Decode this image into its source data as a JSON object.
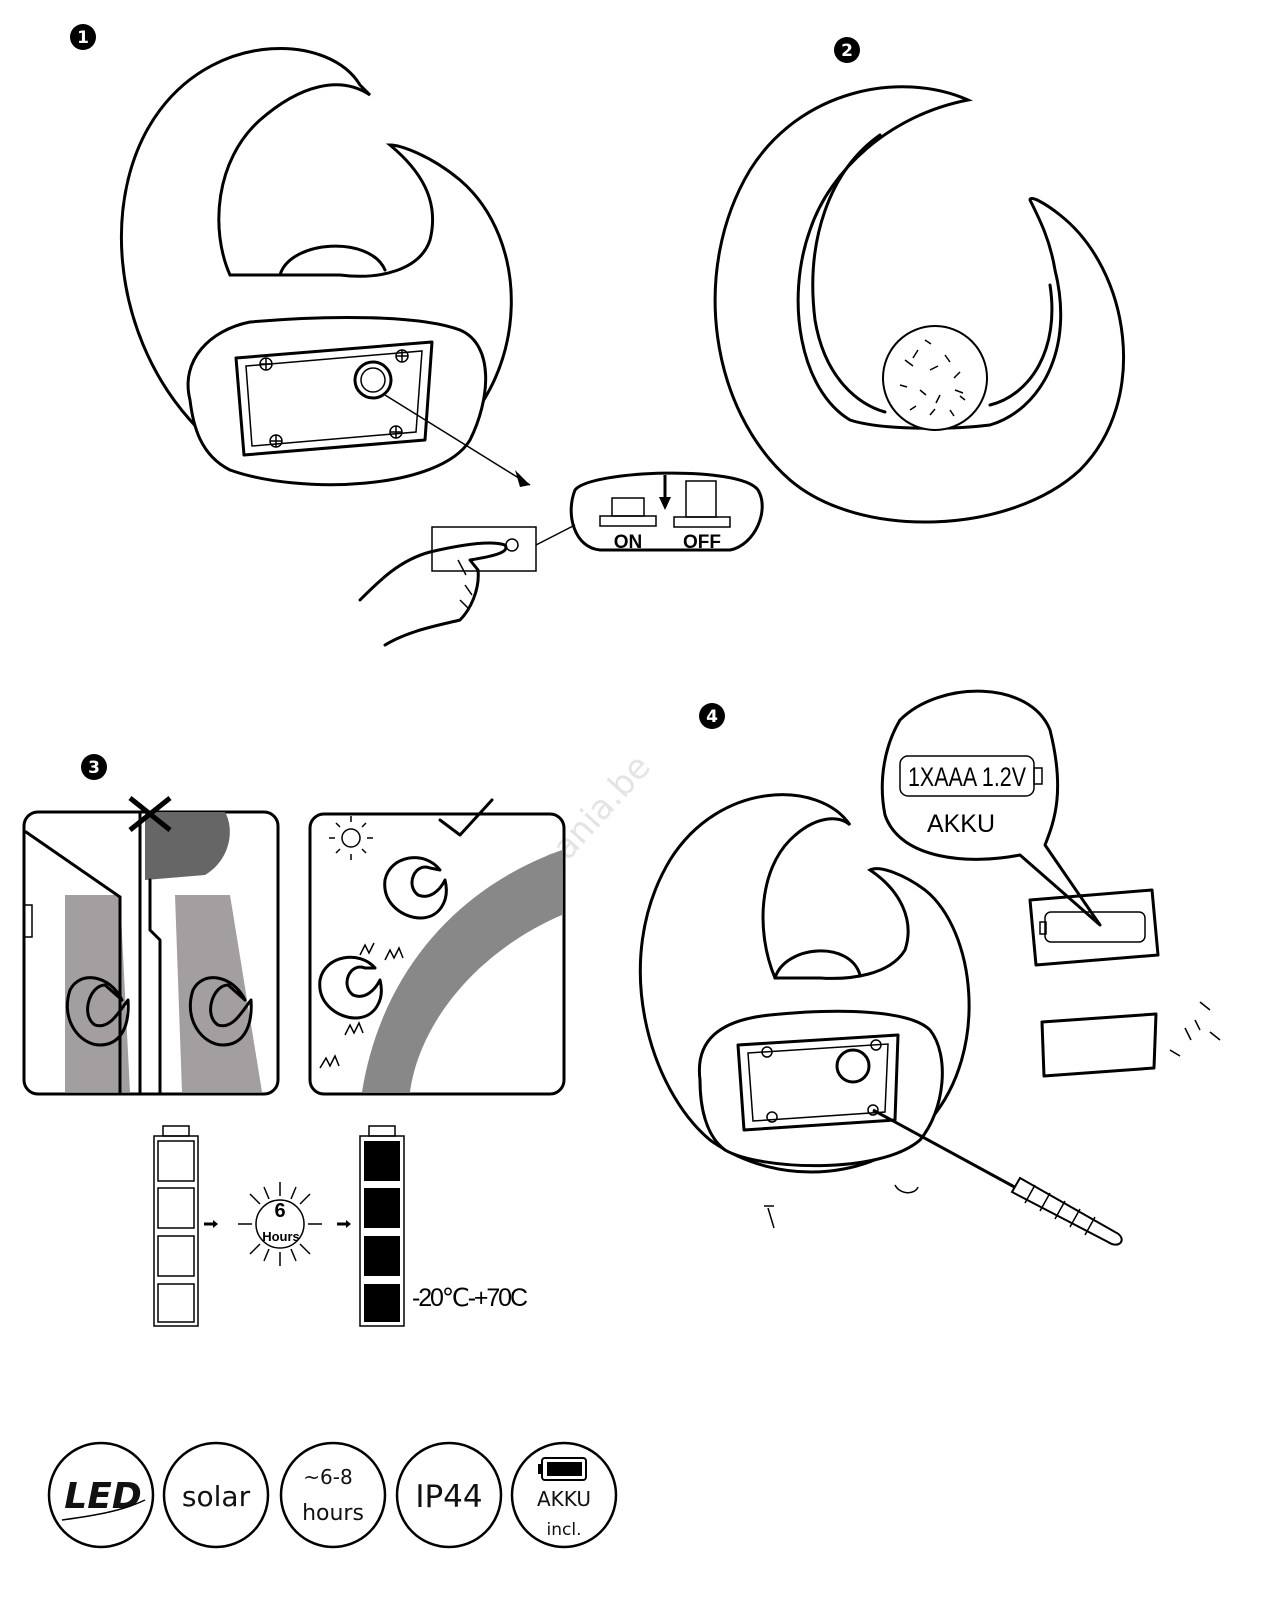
{
  "steps": {
    "step1": "1",
    "step2": "2",
    "step3": "3",
    "step4": "4"
  },
  "switch": {
    "on_label": "ON",
    "off_label": "OFF"
  },
  "charging": {
    "hours_value": "6",
    "hours_label": "Hours",
    "temperature_range": "-20℃-+70C"
  },
  "battery_callout": {
    "battery_spec": "1XAAA 1.2V",
    "battery_type": "AKKU"
  },
  "watermark": "luminamania.be",
  "badges": [
    {
      "label": "LED"
    },
    {
      "label": "solar"
    },
    {
      "line1": "~6-8",
      "line2": "hours"
    },
    {
      "label": "IP44"
    },
    {
      "line1": "AKKU",
      "line2": "incl."
    }
  ]
}
